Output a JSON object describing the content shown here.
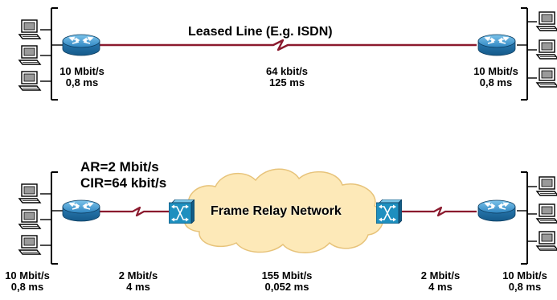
{
  "top": {
    "title": "Leased Line (E.g. ISDN)",
    "left_lan": {
      "speed": "10 Mbit/s",
      "delay": "0,8 ms"
    },
    "link": {
      "speed": "64 kbit/s",
      "delay": "125 ms"
    },
    "right_lan": {
      "speed": "10 Mbit/s",
      "delay": "0,8 ms"
    }
  },
  "bottom": {
    "ar": "AR=2 Mbit/s",
    "cir": "CIR=64 kbit/s",
    "cloud_label": "Frame Relay Network",
    "left_lan": {
      "speed": "10 Mbit/s",
      "delay": "0,8 ms"
    },
    "left_access": {
      "speed": "2 Mbit/s",
      "delay": "4 ms"
    },
    "core": {
      "speed": "155 Mbit/s",
      "delay": "0,052 ms"
    },
    "right_access": {
      "speed": "2 Mbit/s",
      "delay": "4 ms"
    },
    "right_lan": {
      "speed": "10 Mbit/s",
      "delay": "0,8 ms"
    }
  },
  "colors": {
    "router": "#3a8fc8",
    "link": "#8b1a2e",
    "cloud": "#fde9b8",
    "cloud_edge": "#e7c37a",
    "switch": "#1e8fbf"
  }
}
